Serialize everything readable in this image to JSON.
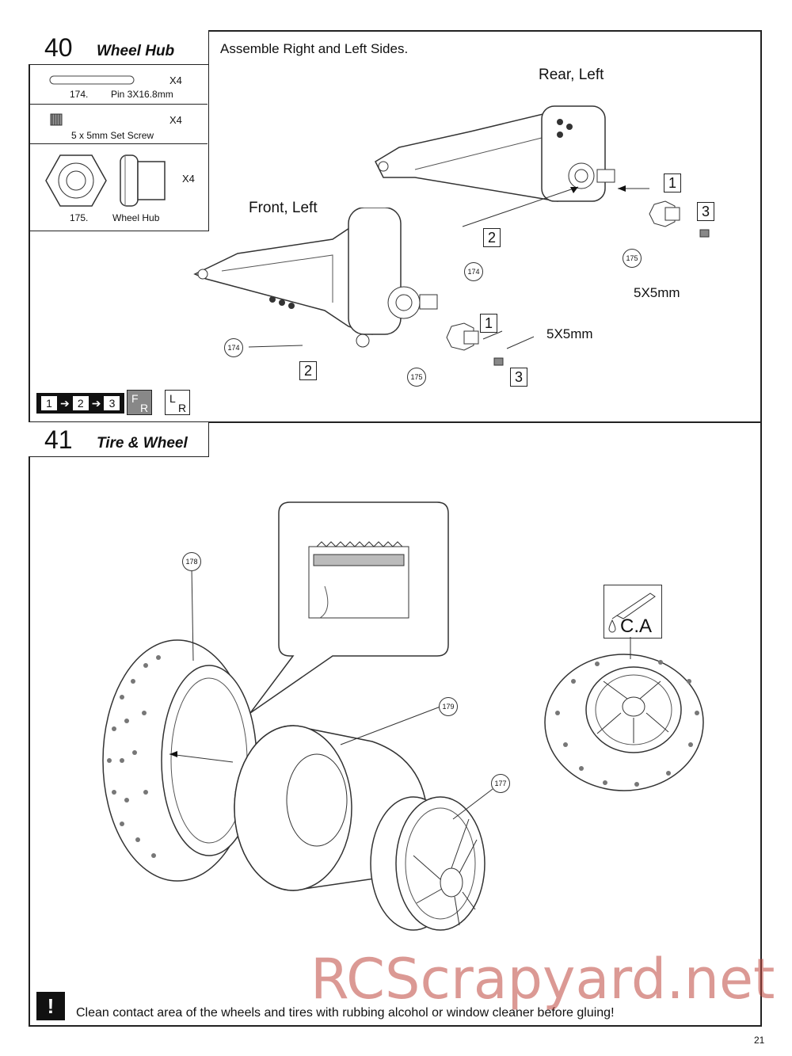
{
  "step40": {
    "number": "40",
    "title": "Wheel Hub",
    "instruction": "Assemble Right and Left Sides.",
    "parts": [
      {
        "id": "174.",
        "name": "Pin 3X16.8mm",
        "qty": "X4"
      },
      {
        "name": "5 x 5mm  Set Screw",
        "qty": "X4"
      },
      {
        "id": "175.",
        "name": "Wheel Hub",
        "qty": "X4"
      }
    ],
    "labels": {
      "rear": "Rear, Left",
      "front": "Front, Left",
      "screw_rear": "5X5mm",
      "screw_front": "5X5mm"
    },
    "callouts": {
      "pin": "174",
      "hub": "175"
    },
    "step_boxes": [
      "1",
      "2",
      "3"
    ],
    "sequence": [
      "1",
      "2",
      "3"
    ],
    "fr_icon": {
      "top": "F",
      "bottom": "R"
    },
    "lr_icon": {
      "top": "L",
      "bottom": "R"
    }
  },
  "step41": {
    "number": "41",
    "title": "Tire & Wheel",
    "callouts": {
      "tire": "178",
      "insert": "179",
      "wheel": "177"
    },
    "glue_label": "C.A"
  },
  "warning": "Clean contact area of the wheels and tires with rubbing alcohol or window cleaner before gluing!",
  "watermark": "RCScrapyard.net",
  "page_number": "21"
}
